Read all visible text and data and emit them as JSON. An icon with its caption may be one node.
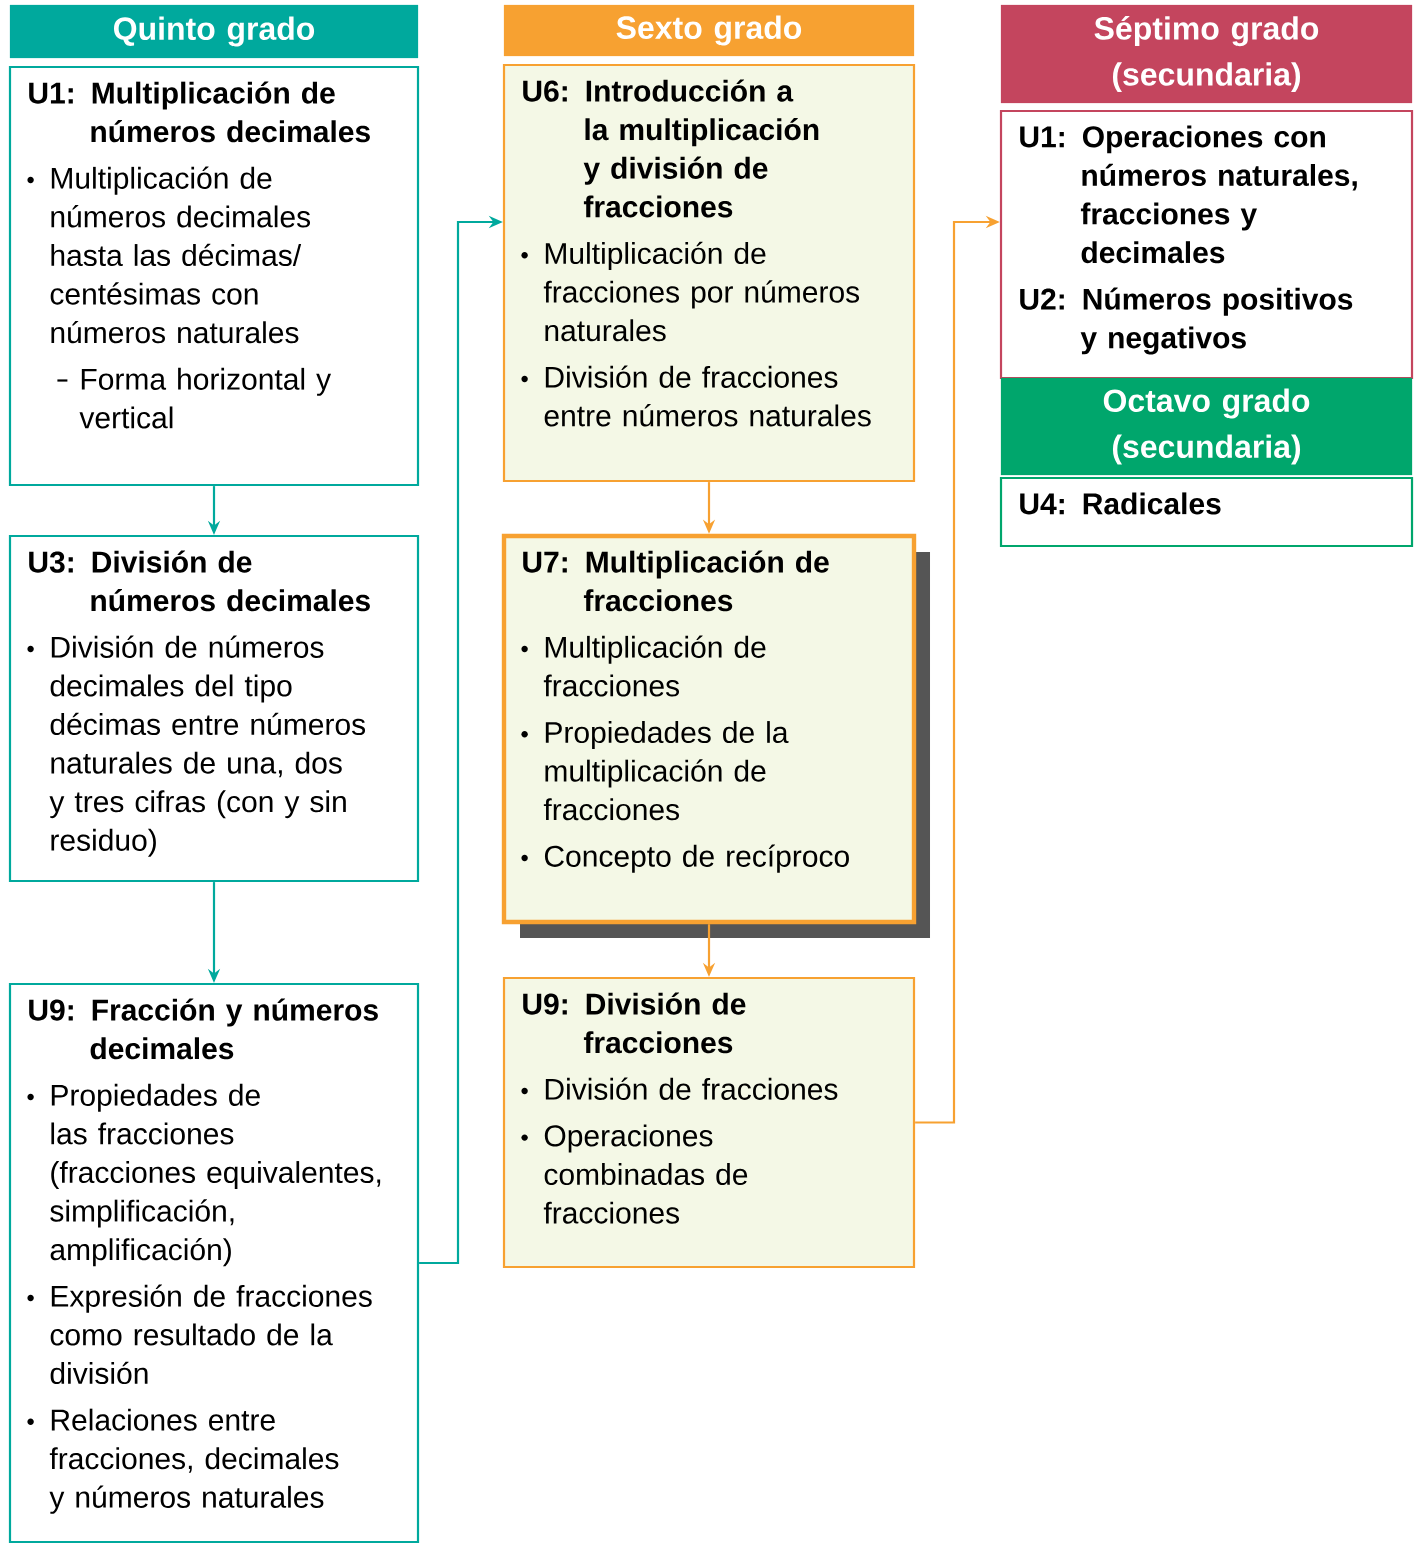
{
  "diagram": {
    "nodes": [
      {
        "text": [
          "Quinto grado"
        ]
      },
      {
        "text": [
          "U1: Multiplicación de números decimales",
          "Multiplicación de números decimales hasta las décimas/ centésimas con números naturales",
          "Forma horizontal y vertical"
        ]
      },
      {
        "text": [
          "U3: División de números decimales",
          "División de números decimales del tipo décimas entre números naturales de una, dos y tres cifras (con y sin residuo)"
        ]
      },
      {
        "text": [
          "U9: Fracción y números decimales",
          "Propiedades de las fracciones (fracciones equivalentes, simplificación, amplificación)",
          "Expresión de fracciones como resultado de la división",
          "Relaciones entre fracciones, decimales y números naturales"
        ]
      },
      {
        "text": [
          "Sexto grado"
        ]
      },
      {
        "text": [
          "U6: Introducción a la multiplicación y división de fracciones",
          "Multiplicación de fracciones por números naturales",
          "División de fracciones entre números naturales"
        ]
      },
      {
        "text": [
          "U7: Multiplicación de fracciones",
          "Multiplicación de fracciones",
          "Propiedades de la multiplicación de fracciones",
          "Concepto de recíproco"
        ]
      },
      {
        "text": [
          "U9: División de fracciones",
          "División de fracciones",
          "Operaciones combinadas de fracciones"
        ]
      },
      {
        "text": [
          "Séptimo grado (secundaria)"
        ]
      },
      {
        "text": [
          "U1: Operaciones con números naturales, fracciones y decimales",
          "U2: Números positivos y negativos"
        ]
      },
      {
        "text": [
          "Octavo grado (secundaria)"
        ]
      },
      {
        "text": [
          "U4: Radicales"
        ]
      }
    ],
    "edges": [
      {
        "from": 1,
        "to": 2,
        "arrow": "to",
        "color": "#00a99d"
      },
      {
        "from": 2,
        "to": 3,
        "arrow": "to",
        "color": "#00a99d"
      },
      {
        "from": 3,
        "to": 5,
        "arrow": "to",
        "color": "#00a99d"
      },
      {
        "from": 5,
        "to": 6,
        "arrow": "to",
        "color": "#f7a131"
      },
      {
        "from": 6,
        "to": 7,
        "arrow": "to",
        "color": "#f7a131"
      },
      {
        "from": 7,
        "to": 9,
        "arrow": "to",
        "color": "#f7a131"
      }
    ]
  }
}
